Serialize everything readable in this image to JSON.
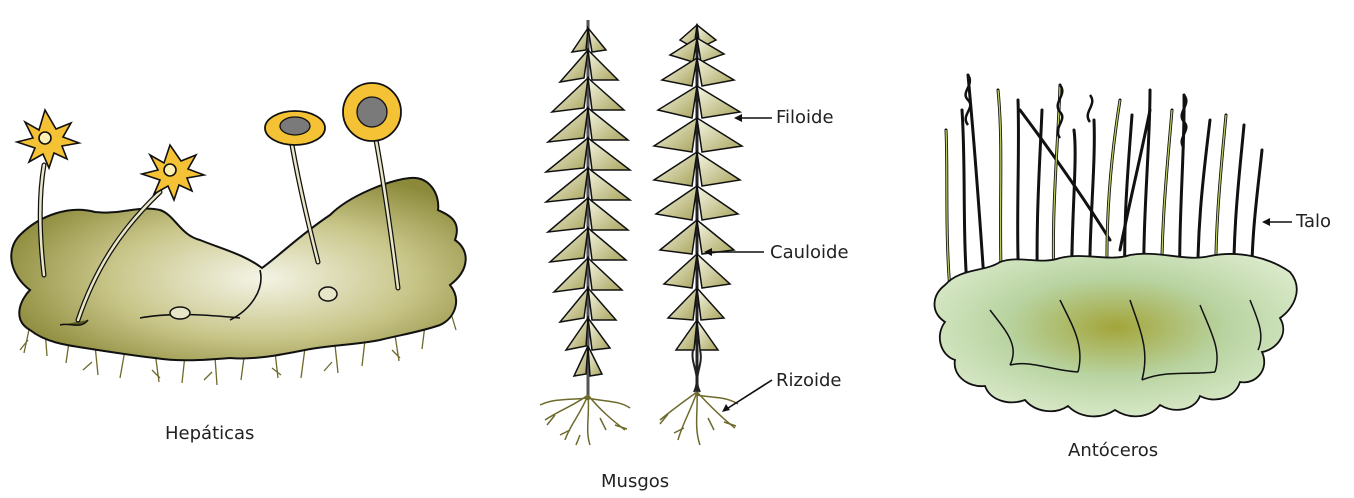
{
  "panels": [
    {
      "id": "hepaticas",
      "caption": "Hepáticas"
    },
    {
      "id": "musgos",
      "caption": "Musgos",
      "labels": [
        "Filoide",
        "Cauloide",
        "Rizoide"
      ]
    },
    {
      "id": "antoceros",
      "caption": "Antóceros",
      "labels": [
        "Talo"
      ]
    }
  ],
  "colors": {
    "thallus_light": "#e6e6c6",
    "thallus_dark": "#8c8a3a",
    "cup_yellow": "#f4c234",
    "cup_center": "#7a7a7a",
    "leaf_light": "#f1f1dc",
    "leaf_dark": "#8a8540",
    "rhizoid": "#6d6a2c",
    "hornwort_green": "#9ab87a",
    "outline": "#111111"
  }
}
